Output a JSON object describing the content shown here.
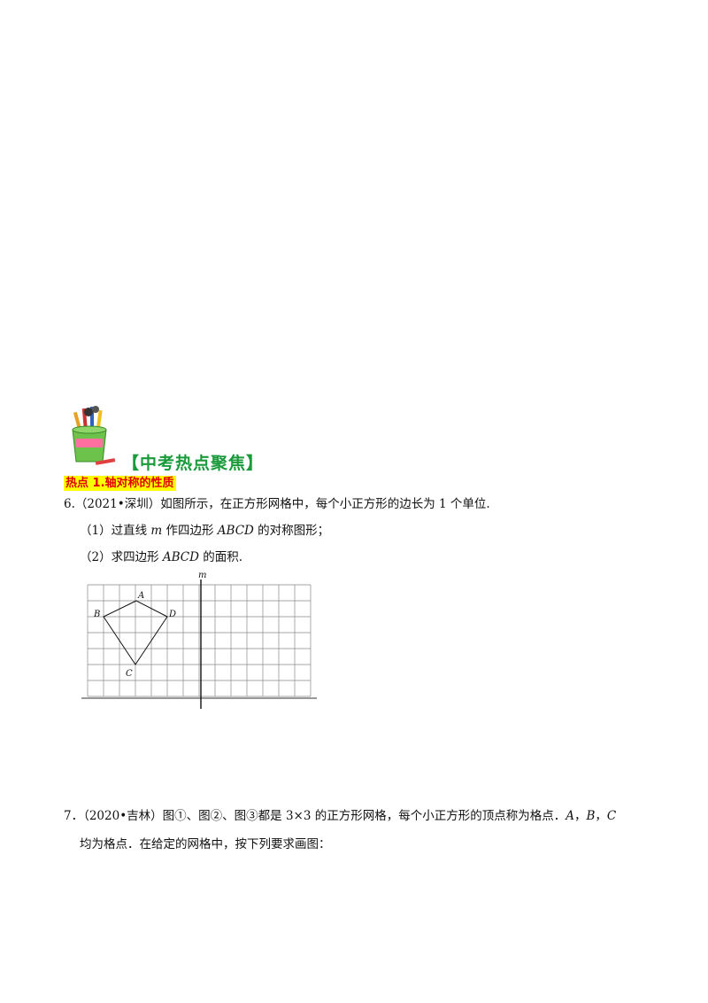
{
  "banner": {
    "title": "【中考热点聚焦】"
  },
  "hotspot": {
    "label": "热点 1.轴对称的性质"
  },
  "q6": {
    "intro": "6.（2021•深圳）如图所示，在正方形网格中，每个小正方形的边长为 1 个单位.",
    "part1_a": "（1）过直线 ",
    "part1_var": "m",
    "part1_b": " 作四边形 ",
    "part1_shape": "ABCD",
    "part1_c": " 的对称图形；",
    "part2_a": "（2）求四边形 ",
    "part2_shape": "ABCD",
    "part2_b": " 的面积."
  },
  "figure": {
    "line_label": "m",
    "points": {
      "A": "A",
      "B": "B",
      "C": "C",
      "D": "D"
    }
  },
  "q7": {
    "line1_a": "7．（2020•吉林）图①、图②、图③都是 3×3 的正方形网格，每个小正方形的顶点称为格点．",
    "line1_A": "A",
    "line1_sep1": "，",
    "line1_B": "B",
    "line1_sep2": "，",
    "line1_C": "C",
    "line2": "均为格点．在给定的网格中，按下列要求画图："
  },
  "icon": {
    "name": "pencil-cup-icon"
  }
}
